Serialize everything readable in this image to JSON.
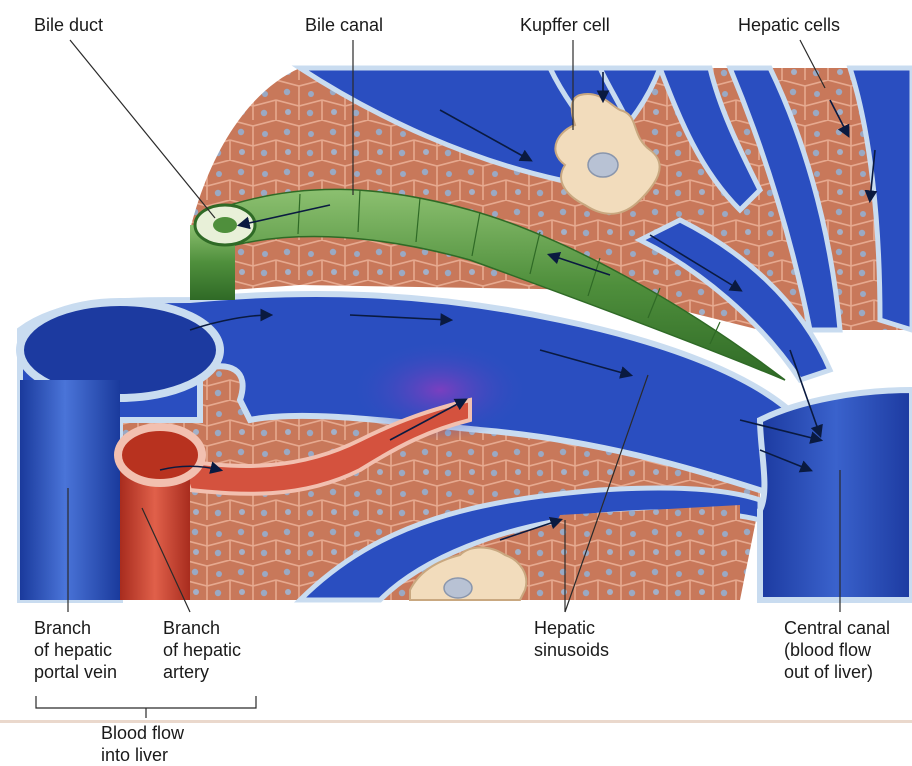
{
  "labels": {
    "bile_duct": "Bile duct",
    "bile_canal": "Bile canal",
    "kupffer_cell": "Kupffer cell",
    "hepatic_cells": "Hepatic cells",
    "portal_vein": [
      "Branch",
      "of hepatic",
      "portal vein"
    ],
    "hepatic_artery": [
      "Branch",
      "of hepatic",
      "artery"
    ],
    "hepatic_sinusoids": [
      "Hepatic",
      "sinusoids"
    ],
    "central_canal": [
      "Central canal",
      "(blood flow",
      "out of liver)"
    ],
    "blood_flow_into_liver": [
      "Blood flow",
      "into liver"
    ]
  },
  "colors": {
    "tissue": "#c8785a",
    "cell_border": "#e8b09a",
    "nucleus": "#9aa9c4",
    "vessel_blue": "#2a4ec0",
    "vessel_dark": "#1c3aa0",
    "lining": "#c9dcf0",
    "bile_green": "#4f8f3c",
    "artery_red": "#c8402e",
    "kupffer": "#f2dcbc",
    "mix_purple": "#6a3fb0"
  }
}
